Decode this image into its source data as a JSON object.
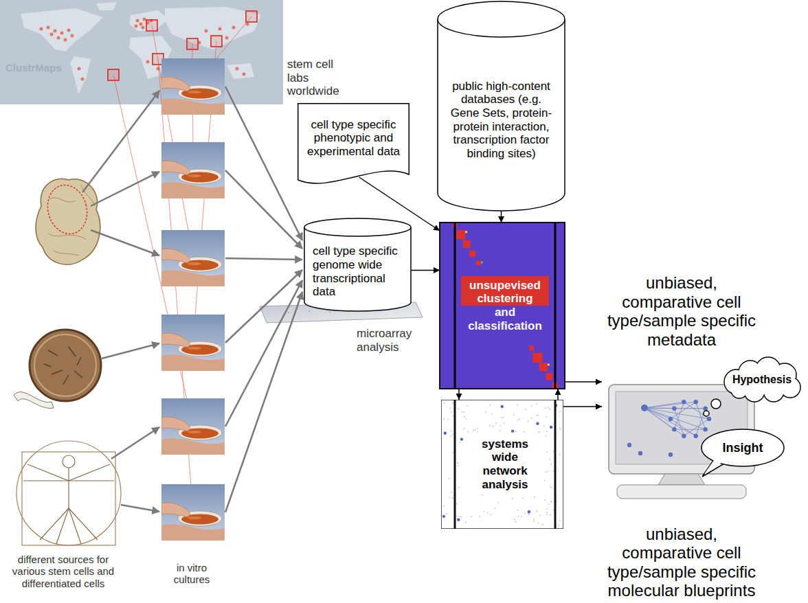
{
  "diagram": {
    "nodes": [
      {
        "text": [
          "cell type specific phenotypic and experimental data"
        ]
      },
      {
        "text": [
          "public high-content databases (e.g. Gene Sets, protein-protein interaction, transcription factor binding sites)"
        ]
      },
      {
        "text": [
          "cell type specific genome wide transcriptional data"
        ]
      },
      {
        "text": [
          "unsupevised clustering and classification"
        ]
      },
      {
        "text": [
          "Hypothesis"
        ]
      },
      {
        "text": [
          "unbiased, comparative cell type/sample specific metadata",
          "unbiased, comparative cell type/sample specific molecular blueprints"
        ]
      },
      {
        "text": [
          "Insight"
        ]
      },
      {
        "text": [
          "systems wide network analysis"
        ]
      }
    ],
    "edges": [
      {
        "from": 0,
        "to": 3,
        "arrow": "to"
      },
      {
        "from": 1,
        "to": 3,
        "arrow": "to"
      },
      {
        "from": 2,
        "to": 3,
        "arrow": "to"
      },
      {
        "from": 3,
        "to": 5,
        "arrow": "to"
      },
      {
        "from": 3,
        "to": 7,
        "arrow": "to"
      },
      {
        "from": 7,
        "to": 3,
        "arrow": "to"
      },
      {
        "from": 7,
        "to": 5,
        "arrow": "to"
      }
    ],
    "labels": [
      "ClustrMaps",
      "stem cell labs worldwide",
      "microarray analysis",
      "different sources for various stem cells and differentiated cells",
      "in vitro cultures"
    ]
  }
}
